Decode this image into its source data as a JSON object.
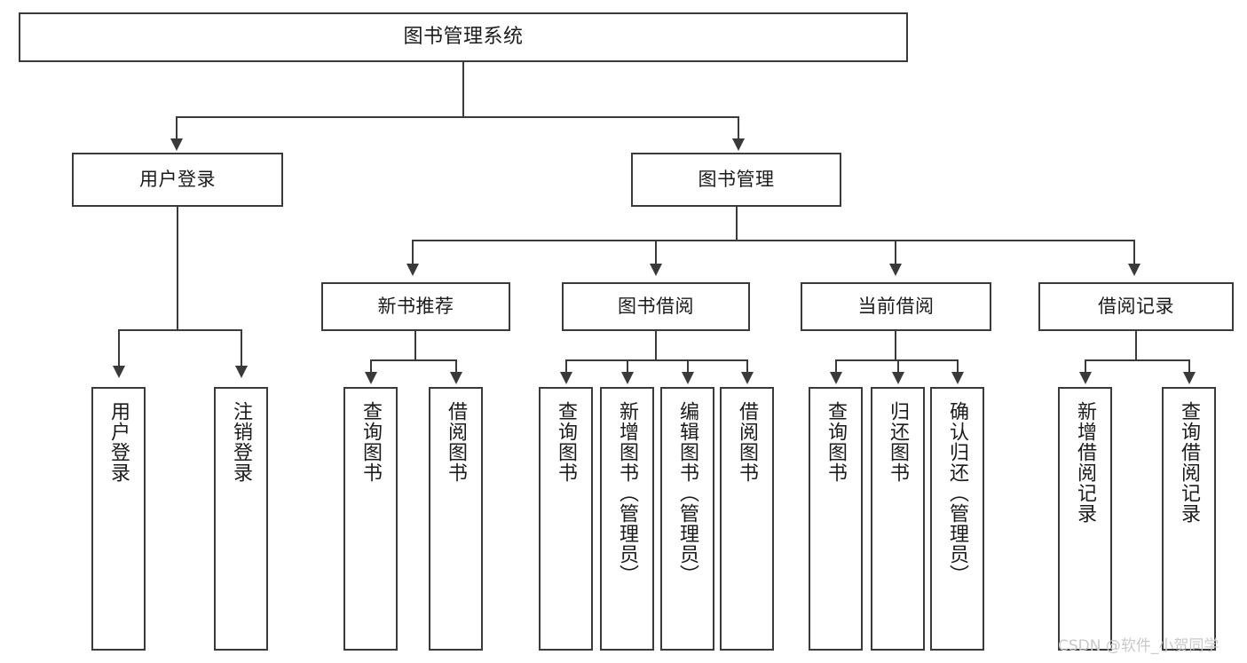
{
  "diagram": {
    "title": "图书管理系统",
    "type": "tree",
    "root": {
      "label": "图书管理系统"
    },
    "level1": [
      {
        "label": "用户登录"
      },
      {
        "label": "图书管理"
      }
    ],
    "level2": [
      {
        "label": "新书推荐"
      },
      {
        "label": "图书借阅"
      },
      {
        "label": "当前借阅"
      },
      {
        "label": "借阅记录"
      }
    ],
    "leaves": {
      "user_login": [
        {
          "label": "用户登录"
        },
        {
          "label": "注销登录"
        }
      ],
      "new_book_recommend": [
        {
          "label": "查询图书"
        },
        {
          "label": "借阅图书"
        }
      ],
      "book_borrow": [
        {
          "label": "查询图书"
        },
        {
          "label": "新增图书（管理员）"
        },
        {
          "label": "编辑图书（管理员）"
        },
        {
          "label": "借阅图书"
        }
      ],
      "current_borrow": [
        {
          "label": "查询图书"
        },
        {
          "label": "归还图书"
        },
        {
          "label": "确认归还（管理员）"
        }
      ],
      "borrow_record": [
        {
          "label": "新增借阅记录"
        },
        {
          "label": "查询借阅记录"
        }
      ]
    }
  },
  "watermark": {
    "text": "CSDN @软件_小贺同学"
  },
  "colors": {
    "stroke": "#3a3a3a",
    "fill": "#ffffff",
    "text": "#1b1b1b",
    "watermark": "#c9c9c9"
  }
}
